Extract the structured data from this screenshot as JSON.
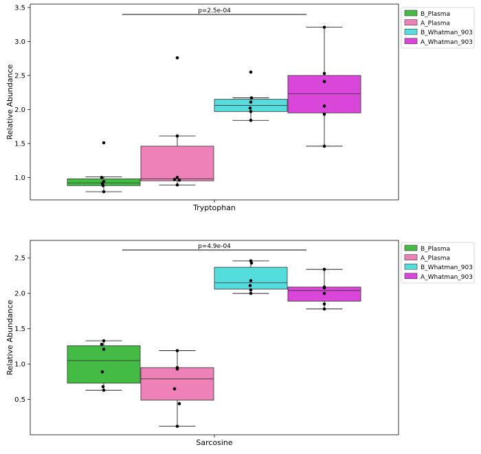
{
  "chart_data": [
    {
      "type": "box",
      "xlabel": "Tryptophan",
      "ylabel": "Relative Abundance",
      "ylim": [
        0.67,
        3.55
      ],
      "yticks": [
        1.0,
        1.5,
        2.0,
        2.5,
        3.0,
        3.5
      ],
      "ytick_labels": [
        "1.0",
        "1.5",
        "2.0",
        "2.5",
        "3.0",
        "3.5"
      ],
      "annotation": "p=2.5e-04",
      "grid": false,
      "legend_position": "outside-right-top",
      "series": [
        {
          "name": "B_Plasma",
          "color": "#44bb44",
          "box": {
            "whisker_low": 0.79,
            "q1": 0.88,
            "median": 0.92,
            "q3": 0.98,
            "whisker_high": 1.01
          },
          "points": [
            1.51,
            1.0,
            0.94,
            0.91,
            0.88,
            0.79
          ]
        },
        {
          "name": "A_Plasma",
          "color": "#ee82b8",
          "box": {
            "whisker_low": 0.89,
            "q1": 0.95,
            "median": 0.98,
            "q3": 1.46,
            "whisker_high": 1.61
          },
          "points": [
            2.76,
            1.61,
            1.0,
            0.97,
            0.96,
            0.89
          ]
        },
        {
          "name": "B_Whatman_903",
          "color": "#55dddd",
          "box": {
            "whisker_low": 1.84,
            "q1": 1.97,
            "median": 2.06,
            "q3": 2.15,
            "whisker_high": 2.17
          },
          "points": [
            2.55,
            2.17,
            2.11,
            2.02,
            1.97,
            1.84
          ]
        },
        {
          "name": "A_Whatman_903",
          "color": "#d946d9",
          "box": {
            "whisker_low": 1.46,
            "q1": 1.95,
            "median": 2.23,
            "q3": 2.5,
            "whisker_high": 3.21
          },
          "points": [
            3.21,
            2.53,
            2.41,
            2.05,
            1.93,
            1.46
          ]
        }
      ]
    },
    {
      "type": "box",
      "xlabel": "Sarcosine",
      "ylabel": "Relative Abundance",
      "ylim": [
        0.0,
        2.75
      ],
      "yticks": [
        0.5,
        1.0,
        1.5,
        2.0,
        2.5
      ],
      "ytick_labels": [
        "0.5",
        "1.0",
        "1.5",
        "2.0",
        "2.5"
      ],
      "annotation": "p=4.9e-04",
      "grid": false,
      "legend_position": "outside-right-top",
      "series": [
        {
          "name": "B_Plasma",
          "color": "#44bb44",
          "box": {
            "whisker_low": 0.63,
            "q1": 0.73,
            "median": 1.05,
            "q3": 1.26,
            "whisker_high": 1.33
          },
          "points": [
            1.33,
            1.28,
            1.21,
            0.89,
            0.68,
            0.63
          ]
        },
        {
          "name": "A_Plasma",
          "color": "#ee82b8",
          "box": {
            "whisker_low": 0.12,
            "q1": 0.49,
            "median": 0.79,
            "q3": 0.95,
            "whisker_high": 1.19
          },
          "points": [
            1.19,
            0.95,
            0.93,
            0.65,
            0.44,
            0.12
          ]
        },
        {
          "name": "B_Whatman_903",
          "color": "#55dddd",
          "box": {
            "whisker_low": 2.0,
            "q1": 2.06,
            "median": 2.15,
            "q3": 2.37,
            "whisker_high": 2.46
          },
          "points": [
            2.46,
            2.43,
            2.18,
            2.11,
            2.05,
            2.0
          ]
        },
        {
          "name": "A_Whatman_903",
          "color": "#d946d9",
          "box": {
            "whisker_low": 1.78,
            "q1": 1.89,
            "median": 2.04,
            "q3": 2.09,
            "whisker_high": 2.34
          },
          "points": [
            2.34,
            2.09,
            2.08,
            2.0,
            1.85,
            1.78
          ]
        }
      ]
    }
  ]
}
